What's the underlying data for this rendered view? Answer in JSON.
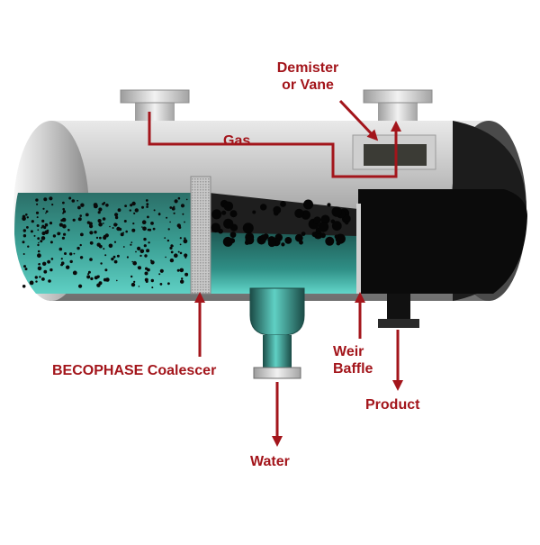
{
  "colors": {
    "accent": "#a3151b",
    "liquid_teal": "#2f8f86",
    "oil_black": "#0b0b0b",
    "steel": "#b8b8b8"
  },
  "labels": {
    "demister_line1": "Demister",
    "demister_line2": "or Vane",
    "gas": "Gas",
    "coalescer": "BECOPHASE Coalescer",
    "weir_line1": "Weir",
    "weir_line2": "Baffle",
    "product": "Product",
    "water": "Water"
  }
}
